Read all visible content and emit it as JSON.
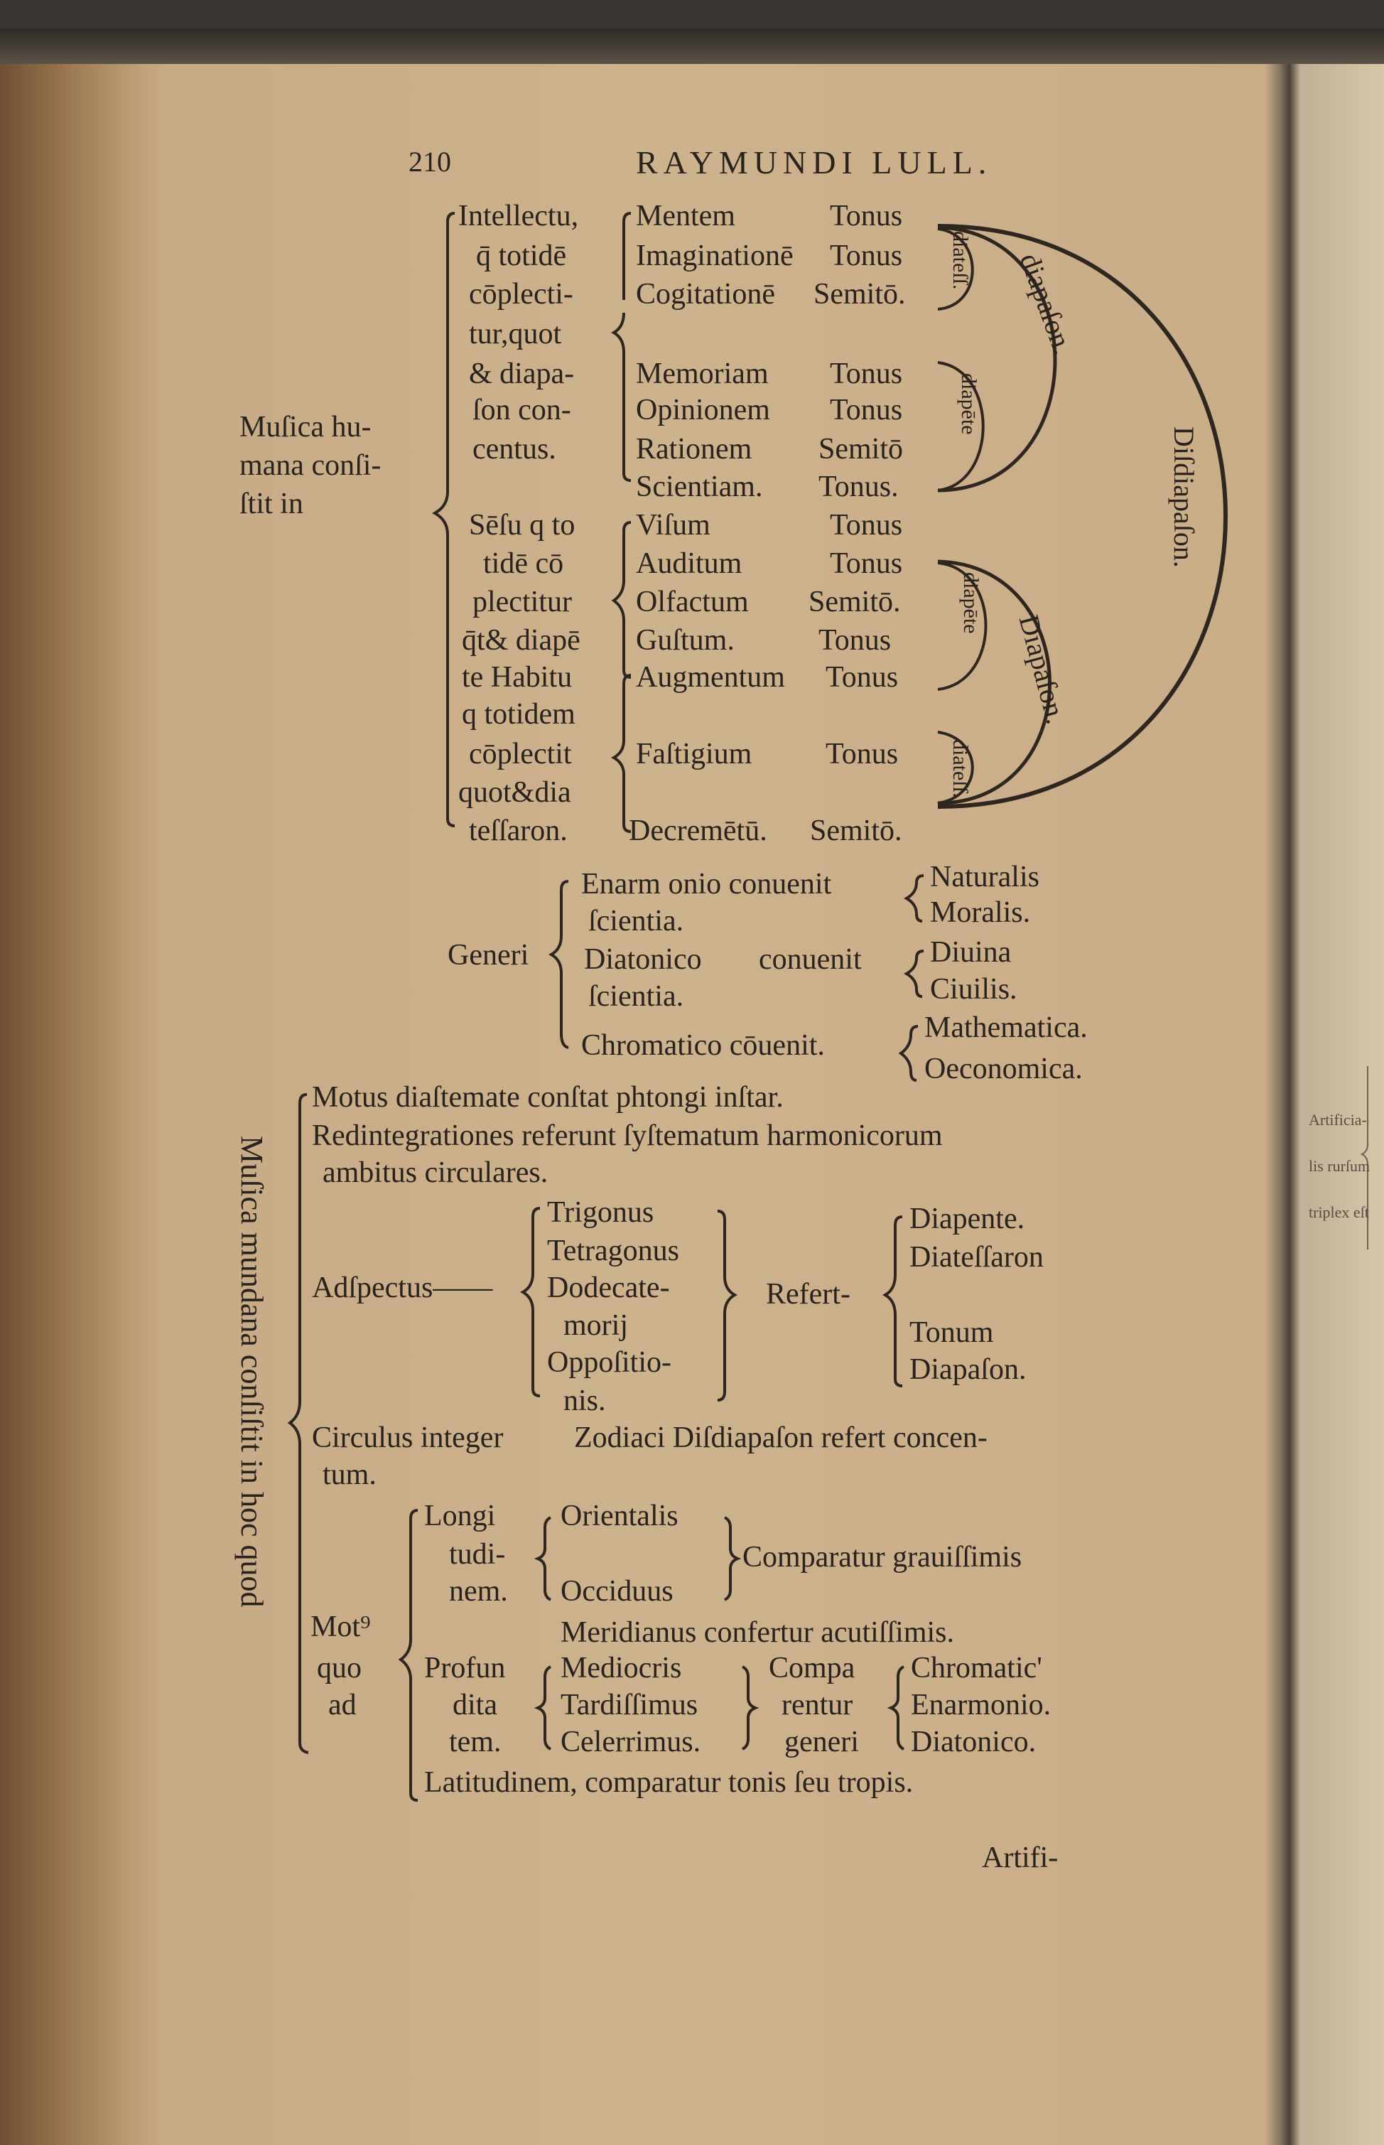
{
  "header": {
    "page_number": "210",
    "running_title": "RAYMUNDI LULL."
  },
  "humana": {
    "label": [
      "Muſica hu-",
      "mana conſi-",
      "ſtit in"
    ],
    "intellectu": [
      "Intellectu,",
      "q̄ totidē",
      "cōplecti-",
      "tur,quot",
      "& diapa-",
      "ſon con-",
      "centus."
    ],
    "sensu": [
      "Sēſu q to",
      "tidē cō",
      "plectitur",
      "q̄t& diapē",
      "te Habitu",
      "q totidem",
      "cōplectit",
      "quot&dia",
      "teſſaron."
    ],
    "faculties": [
      "Mentem",
      "Imaginationē",
      "Cogitationē",
      "Memoriam",
      "Opinionem",
      "Rationem",
      "Scientiam.",
      "Viſum",
      "Auditum",
      "Olfactum",
      "Guſtum.",
      "Augmentum",
      "Faſtigium",
      "Decremētū."
    ],
    "intervals": [
      "Tonus",
      "Tonus",
      "Semitō.",
      "Tonus",
      "Tonus",
      "Semitō",
      "Tonus.",
      "Tonus",
      "Tonus",
      "Semitō.",
      "Tonus",
      "Tonus",
      "Tonus",
      "Semitō."
    ],
    "arc_labels": {
      "small": [
        "diateſſ.",
        "diapēte",
        "diapēte",
        "diateſſ."
      ],
      "top": "diapaſon.",
      "bottom": "Diapaſon.",
      "outer": "Diſdiapaſon."
    }
  },
  "generi": {
    "label": "Generi",
    "rows": [
      "Enarm onio conuenit",
      "ſcientia.",
      "Diatonico",
      "conuenit",
      "ſcientia.",
      "Chromatico cōuenit."
    ],
    "targets": [
      "Naturalis",
      "Moralis.",
      "Diuina",
      "Ciuilis.",
      "Mathematica.",
      "Oeconomica."
    ]
  },
  "mundana": {
    "label": "Muſica mundana conſiſtit in hoc quod",
    "lines": [
      "Motus diaſtemate conſtat phtongi inſtar.",
      "Redintegrationes referunt ſyſtematum harmonicorum",
      "ambitus circulares."
    ],
    "adspectus": "Adſpectus——",
    "aspects": [
      "Trigonus",
      "Tetragonus",
      "Dodecate-",
      "morij",
      "Oppoſitio-",
      "nis."
    ],
    "refert": "Refert-",
    "refert_items": [
      "Diapente.",
      "Diateſſaron",
      "Tonum",
      "Diapaſon."
    ],
    "circulus": [
      "Circulus integer",
      "Zodiaci Diſdiapaſon refert concen-",
      "tum."
    ],
    "motus": [
      "Mot⁹",
      "quo",
      "ad"
    ],
    "longitudinem": [
      "Longi",
      "tudi-",
      "nem."
    ],
    "directions": [
      "Orientalis",
      "Occiduus"
    ],
    "comparatur": "Comparatur grauiſſimis",
    "meridianus": "Meridianus confertur acutiſſimis.",
    "profunditatem": [
      "Profun",
      "dita",
      "tem."
    ],
    "speeds": [
      "Mediocris",
      "Tardiſſimus",
      "Celerrimus."
    ],
    "comparentur": [
      "Compa",
      "rentur",
      "generi"
    ],
    "genera": [
      "Chromatic'",
      "Enarmonio.",
      "Diatonico."
    ],
    "latitudinem": "Latitudinem, comparatur tonis ſeu tropis."
  },
  "catchword": "Artifi-",
  "facing_page": [
    "Artificia-",
    "lis rurſum",
    "triplex eſt"
  ]
}
